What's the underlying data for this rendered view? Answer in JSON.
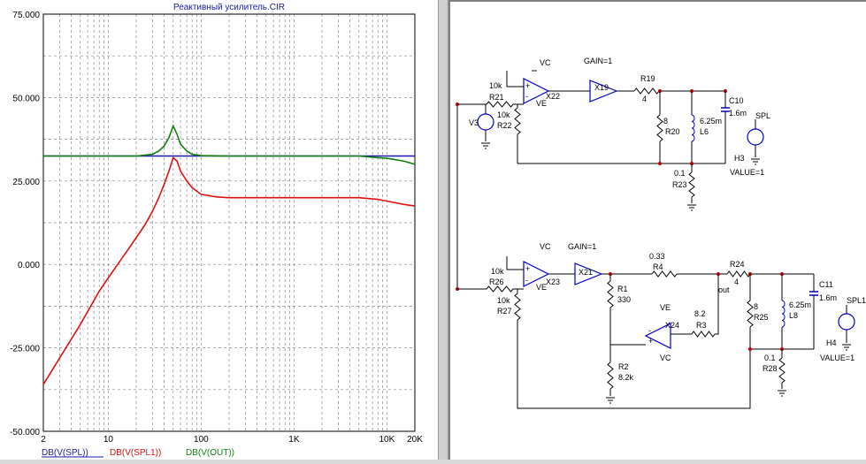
{
  "chart_data": {
    "type": "line",
    "title": "Реактивный усилитель.CIR",
    "xscale": "log",
    "xlim": [
      2,
      20000
    ],
    "ylim": [
      -50,
      75
    ],
    "y_ticks": [
      "75.000",
      "50.000",
      "25.000",
      "0.000",
      "-25.000",
      "-50.000"
    ],
    "y_tick_values": [
      75,
      50,
      25,
      0,
      -25,
      -50
    ],
    "x_ticks": [
      "2",
      "10",
      "100",
      "1K",
      "10K",
      "20K"
    ],
    "x_tick_values": [
      2,
      10,
      100,
      1000,
      10000,
      20000
    ],
    "grid": true,
    "legend_position": "bottom-left",
    "series": [
      {
        "name": "DB(V(SPL))",
        "color": "#1a1aaa",
        "x": [
          2,
          20000
        ],
        "y": [
          32.5,
          32.5
        ]
      },
      {
        "name": "DB(V(SPL1))",
        "color": "#e01010",
        "x": [
          2,
          3,
          5,
          8,
          10,
          15,
          20,
          25,
          30,
          35,
          40,
          45,
          50,
          55,
          60,
          70,
          80,
          100,
          150,
          200,
          300,
          500,
          1000,
          2000,
          5000,
          8000,
          10000,
          15000,
          20000
        ],
        "y": [
          -36,
          -28,
          -18,
          -8,
          -4,
          3,
          8,
          12,
          16,
          20,
          24,
          28,
          32,
          31,
          28,
          25,
          23,
          21,
          20.2,
          20,
          20,
          20,
          20,
          20,
          20,
          19.5,
          19,
          18,
          17.5
        ]
      },
      {
        "name": "DB(V(OUT))",
        "color": "#108010",
        "x": [
          2,
          10,
          20,
          30,
          35,
          40,
          45,
          50,
          55,
          60,
          70,
          80,
          100,
          200,
          1000,
          5000,
          8000,
          10000,
          15000,
          20000
        ],
        "y": [
          32.5,
          32.5,
          32.5,
          33,
          34,
          35.5,
          38,
          41.5,
          39,
          36,
          34,
          33,
          32.6,
          32.5,
          32.5,
          32.5,
          32,
          31.8,
          31,
          30
        ]
      }
    ]
  },
  "schematic": {
    "labels": {
      "vc": "VC",
      "ve": "VE",
      "gain": "GAIN=1",
      "value": "VALUE=1",
      "out": "out",
      "R21": "R21",
      "R21v": "10k",
      "R22": "R22",
      "R22v": "10k",
      "V3": "V3",
      "X22": "X22",
      "X19": "X19",
      "R19": "R19",
      "R19v": "4",
      "R20": "R20",
      "R20v": "8",
      "L6": "L6",
      "L6v": "6.25m",
      "C10": "C10",
      "C10v": "1.6m",
      "SPL": "SPL",
      "H3": "H3",
      "R23": "R23",
      "R23v": "0.1",
      "R26": "R26",
      "R26v": "10k",
      "R27": "R27",
      "R27v": "10k",
      "X23": "X23",
      "X21": "X21",
      "R1": "R1",
      "R1v": "330",
      "R4": "R4",
      "R4v": "0.33",
      "R24": "R24",
      "R24v": "4",
      "X24": "X24",
      "R3": "R3",
      "R3v": "8.2",
      "R2": "R2",
      "R2v": "8.2k",
      "R25": "R25",
      "R25v": "8",
      "L8": "L8",
      "L8v": "6.25m",
      "C11": "C11",
      "C11v": "1.6m",
      "SPL1": "SPL1",
      "H4": "H4",
      "R28": "R28",
      "R28v": "0.1"
    }
  }
}
